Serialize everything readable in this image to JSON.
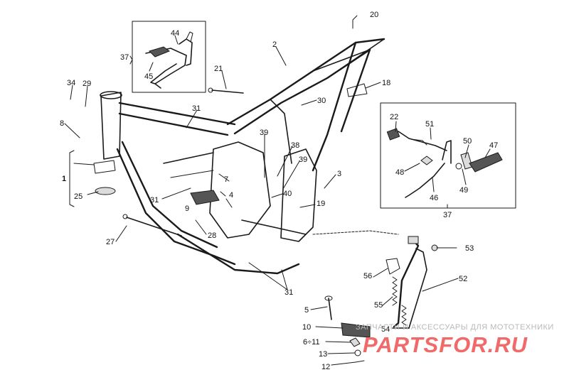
{
  "labels": {
    "l1": "1",
    "l2": "2",
    "l3": "3",
    "l4": "4",
    "l5": "5",
    "l6_11": "6÷11",
    "l7": "7",
    "l8": "8",
    "l9": "9",
    "l10": "10",
    "l12": "12",
    "l13": "13",
    "l18": "18",
    "l19": "19",
    "l20": "20",
    "l21": "21",
    "l22": "22",
    "l25": "25",
    "l27": "27",
    "l28": "28",
    "l29": "29",
    "l30": "30",
    "l31a": "31",
    "l31b": "31",
    "l31c": "31",
    "l34": "34",
    "l37a": "37",
    "l37b": "37",
    "l38": "38",
    "l39a": "39",
    "l39b": "39",
    "l40": "40",
    "l44": "44",
    "l45": "45",
    "l46": "46",
    "l47": "47",
    "l48": "48",
    "l49": "49",
    "l50": "50",
    "l51": "51",
    "l52": "52",
    "l53": "53",
    "l54": "54",
    "l55": "55",
    "l56": "56"
  },
  "watermark": {
    "line1": "ЗАПЧАСТИ И АКСЕССУАРЫ ДЛЯ МОТОТЕХНИКИ",
    "brand": "PARTSFOR.RU"
  },
  "colors": {
    "ink": "#1a1a1a",
    "watermark_red": "#f06a6a",
    "watermark_gray": "#b9b9b9"
  }
}
